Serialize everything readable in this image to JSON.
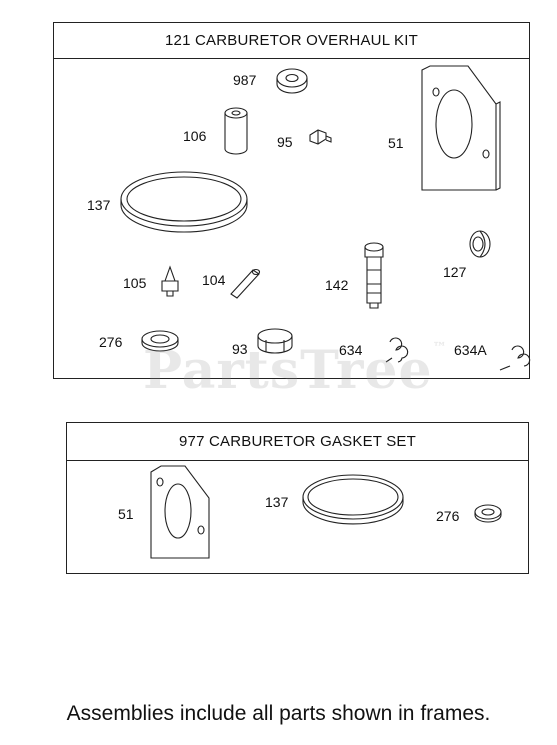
{
  "overhaul_kit": {
    "title": "121 CARBURETOR OVERHAUL KIT",
    "parts": {
      "p987": "987",
      "p106": "106",
      "p95": "95",
      "p51": "51",
      "p137": "137",
      "p105": "105",
      "p104": "104",
      "p142": "142",
      "p127": "127",
      "p276": "276",
      "p93": "93",
      "p634": "634",
      "p634a": "634A"
    }
  },
  "gasket_set": {
    "title": "977 CARBURETOR GASKET SET",
    "parts": {
      "p51": "51",
      "p137": "137",
      "p276": "276"
    }
  },
  "watermark": "PartsTree",
  "watermark_mark": "™",
  "footnote": "Assemblies include all parts shown in frames."
}
